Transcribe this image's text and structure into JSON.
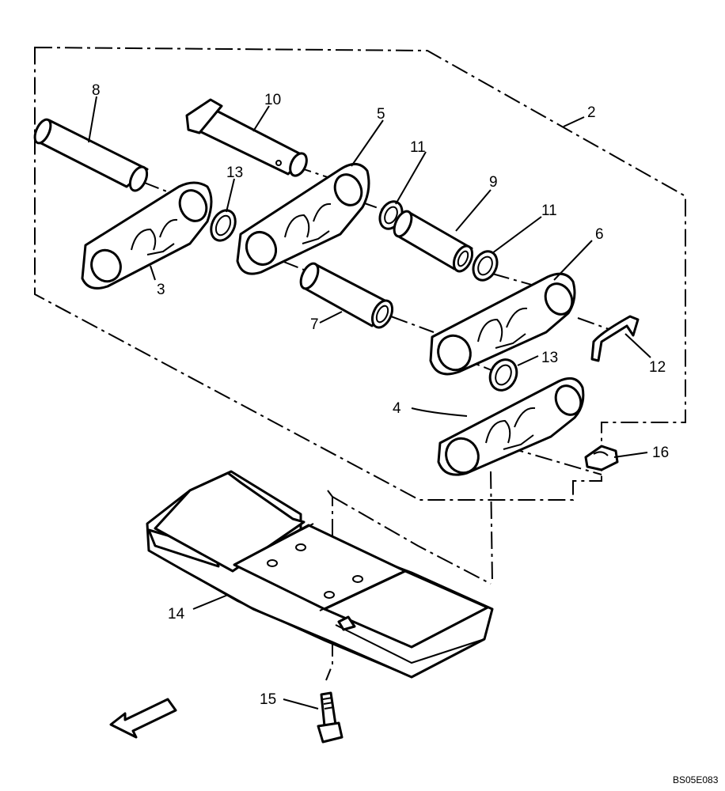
{
  "diagram": {
    "callouts": [
      "2",
      "3",
      "4",
      "5",
      "6",
      "7",
      "8",
      "9",
      "10",
      "11",
      "11",
      "12",
      "13",
      "13",
      "14",
      "15",
      "16"
    ],
    "figure_code": "BS05E083",
    "icons": [
      "direction-arrow-icon"
    ]
  }
}
